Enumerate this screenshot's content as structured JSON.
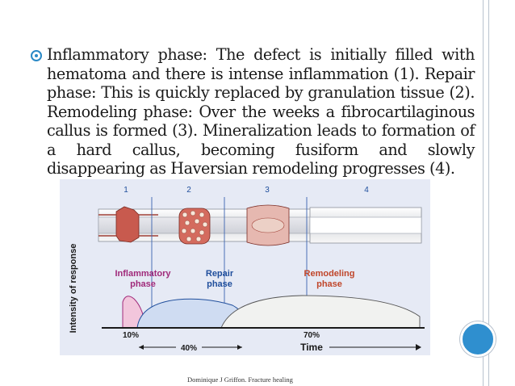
{
  "slide": {
    "paragraph": "Inflammatory phase: The defect is initially filled with hematoma and there is intense inflammation (1). Repair phase: This is quickly replaced by granulation tissue (2). Remodeling phase: Over the weeks a fibrocartilaginous callus is formed (3). Mineralization leads to formation of a hard callus, becoming fusiform and slowly disappearing as Haversian remodeling progresses (4).",
    "caption": "Dominique J Griffon. Fracture healing"
  },
  "figure": {
    "stage_numbers": [
      "1",
      "2",
      "3",
      "4"
    ],
    "y_axis_label": "Intensity of response",
    "phase_labels": {
      "inflammatory": [
        "Inflammatory",
        "phase"
      ],
      "repair": [
        "Repair",
        "phase"
      ],
      "remodeling": [
        "Remodeling",
        "phase"
      ]
    },
    "pct_10": "10%",
    "pct_40": "40%",
    "pct_70": "70%",
    "time_label": "Time",
    "colors": {
      "figure_bg": "#e6eaf5",
      "inflammatory": "#a02a7a",
      "repair": "#1f4e9c",
      "remodeling": "#c0462a",
      "inflammatory_fill": "#f2c6dc",
      "repair_fill": "#cfdcf2",
      "remodeling_fill": "#f1f2f0",
      "bone_red": "#c85a4e"
    }
  }
}
